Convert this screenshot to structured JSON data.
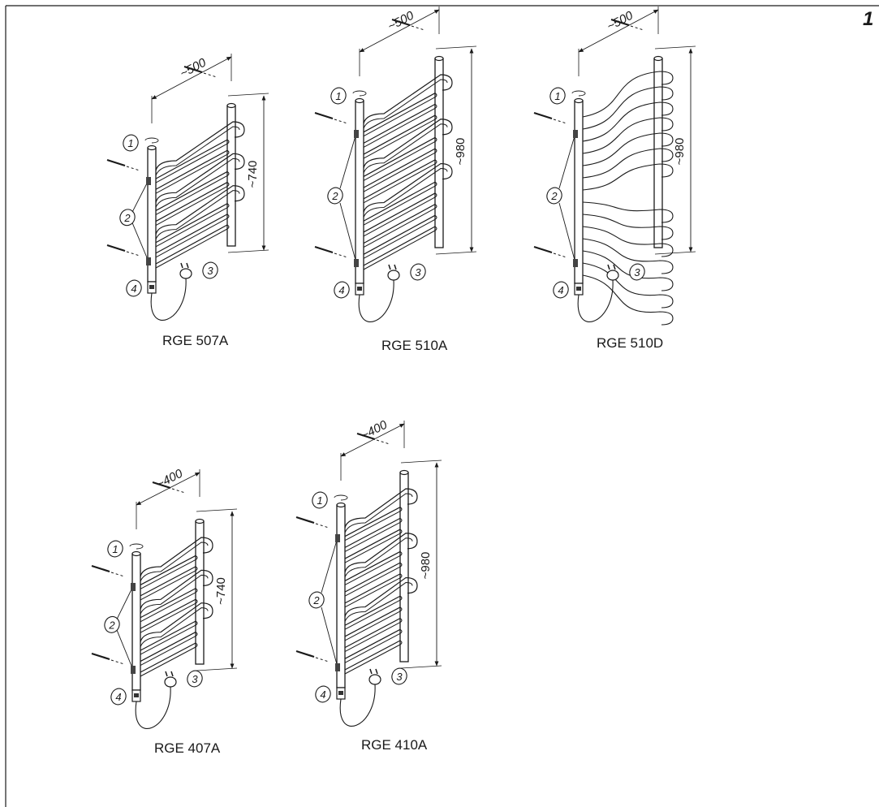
{
  "page_number": "1",
  "callouts": [
    "1",
    "2",
    "3",
    "4"
  ],
  "models": [
    {
      "name": "RGE 507A",
      "width": "~500",
      "height": "~740"
    },
    {
      "name": "RGE 510A",
      "width": "~500",
      "height": "~980"
    },
    {
      "name": "RGE 510D",
      "width": "~500",
      "height": "~980"
    },
    {
      "name": "RGE 407A",
      "width": "~400",
      "height": "~740"
    },
    {
      "name": "RGE 410A",
      "width": "~400",
      "height": "~980"
    }
  ]
}
